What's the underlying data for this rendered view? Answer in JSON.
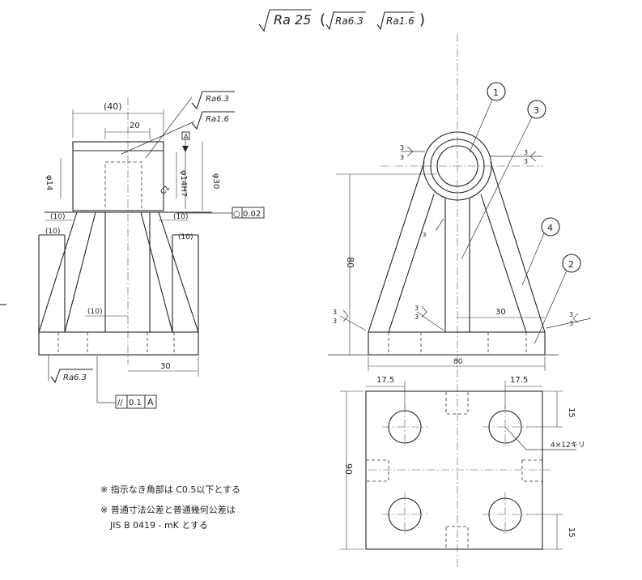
{
  "header": {
    "finish_main": "Ra 25",
    "finish_paren_open": "(",
    "finish_a": "Ra6.3",
    "finish_b": "Ra1.6",
    "finish_paren_close": ")"
  },
  "front_view": {
    "dim_40": "(40)",
    "dim_20": "20",
    "ra63": "Ra6.3",
    "ra16": "Ra1.6",
    "datum_a_box": "A",
    "dim_phi14": "φ14",
    "dim_phi14h7": "φ14H7",
    "dim_phi30": "φ30",
    "chamfer_c1": "C1",
    "circularity_symbol": "○",
    "circularity_value": "0.02",
    "dim_10_a": "(10)",
    "dim_10_b": "(10)",
    "dim_10_c": "(10)",
    "dim_10_d": "(10)",
    "dim_10_e": "(10)",
    "dim_30": "30",
    "ra63_bottom": "Ra6.3",
    "parallel_symbol": "//",
    "parallel_value": "0.1",
    "parallel_datum": "A"
  },
  "side_view": {
    "part1": "1",
    "part2": "2",
    "part3": "3",
    "part4": "4",
    "weld_3_3_a": "3",
    "weld_3_3_b": "3",
    "dim_80_height": "80",
    "dim_80_width": "80",
    "dim_30": "30"
  },
  "plan_view": {
    "dim_17_5_left": "17.5",
    "dim_17_5_right": "17.5",
    "dim_15_top": "15",
    "dim_15_bottom": "15",
    "dim_90": "90",
    "hole_callout": "4×12キリ"
  },
  "notes": {
    "note1": "※ 指示なき角部は C0.5以下とする",
    "note2": "※ 普通寸法公差と普通幾何公差は",
    "note3": "JIS B 0419 - mK とする"
  }
}
